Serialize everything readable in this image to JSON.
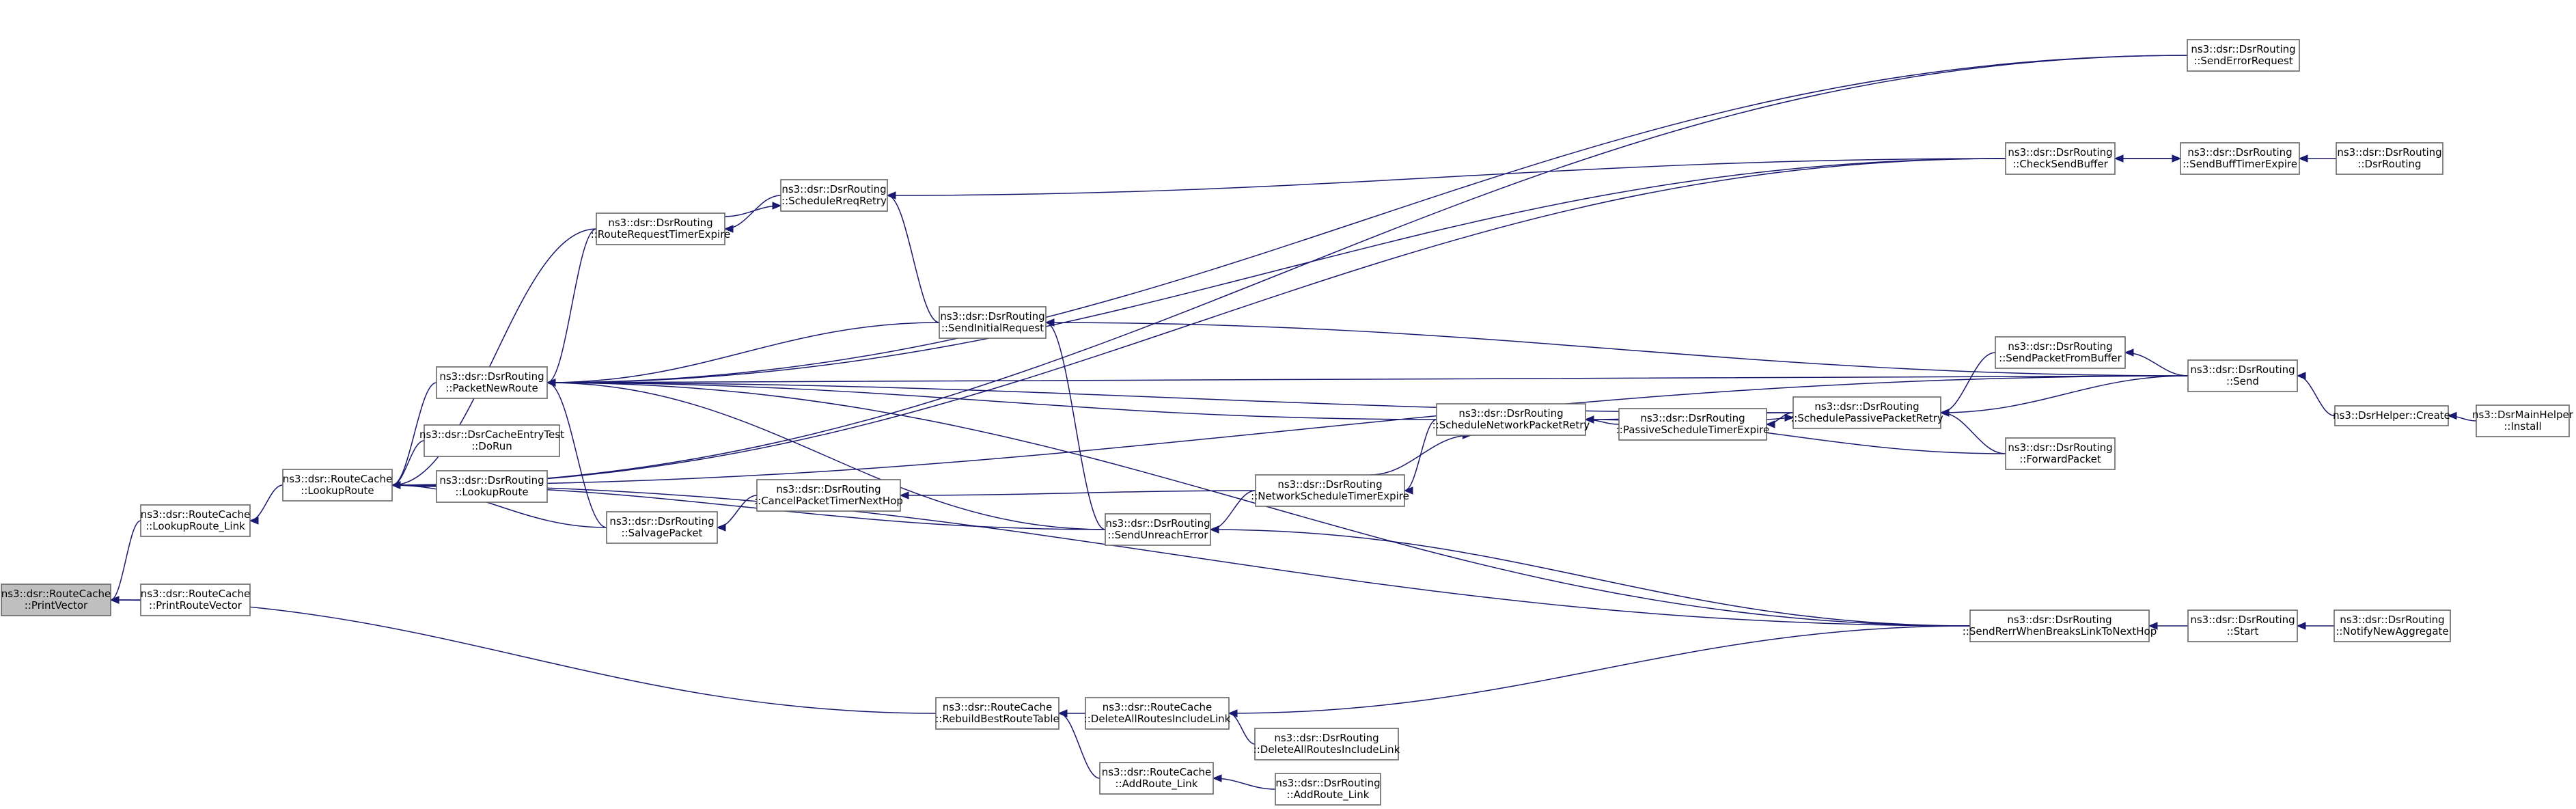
{
  "nodes": [
    {
      "id": "printvector",
      "lines": [
        "ns3::dsr::RouteCache",
        "::PrintVector"
      ],
      "root": true
    },
    {
      "id": "lookuproute_link",
      "lines": [
        "ns3::dsr::RouteCache",
        "::LookupRoute_Link"
      ]
    },
    {
      "id": "printroutevector",
      "lines": [
        "ns3::dsr::RouteCache",
        "::PrintRouteVector"
      ]
    },
    {
      "id": "lookuproute",
      "lines": [
        "ns3::dsr::RouteCache",
        "::LookupRoute"
      ]
    },
    {
      "id": "packetnewroute",
      "lines": [
        "ns3::dsr::DsrRouting",
        "::PacketNewRoute"
      ]
    },
    {
      "id": "cacheentrytest",
      "lines": [
        "ns3::dsr::DsrCacheEntryTest",
        "::DoRun"
      ]
    },
    {
      "id": "routing_lookuproute",
      "lines": [
        "ns3::dsr::DsrRouting",
        "::LookupRoute"
      ]
    },
    {
      "id": "salvagepacket",
      "lines": [
        "ns3::dsr::DsrRouting",
        "::SalvagePacket"
      ]
    },
    {
      "id": "routerequesttimerexpire",
      "lines": [
        "ns3::dsr::DsrRouting",
        "::RouteRequestTimerExpire"
      ]
    },
    {
      "id": "schedulerreqretry",
      "lines": [
        "ns3::dsr::DsrRouting",
        "::ScheduleRreqRetry"
      ]
    },
    {
      "id": "sendinitialrequest",
      "lines": [
        "ns3::dsr::DsrRouting",
        "::SendInitialRequest"
      ]
    },
    {
      "id": "cancelpackettimernexthop",
      "lines": [
        "ns3::dsr::DsrRouting",
        "::CancelPacketTimerNextHop"
      ]
    },
    {
      "id": "sendunreacherror",
      "lines": [
        "ns3::dsr::DsrRouting",
        "::SendUnreachError"
      ]
    },
    {
      "id": "networkscheduletimerexpire",
      "lines": [
        "ns3::dsr::DsrRouting",
        "::NetworkScheduleTimerExpire"
      ]
    },
    {
      "id": "schedulenetworkpacketretry",
      "lines": [
        "ns3::dsr::DsrRouting",
        "::ScheduleNetworkPacketRetry"
      ]
    },
    {
      "id": "passivescheduletimerexpire",
      "lines": [
        "ns3::dsr::DsrRouting",
        "::PassiveScheduleTimerExpire"
      ]
    },
    {
      "id": "schedulepassivepacketretry",
      "lines": [
        "ns3::dsr::DsrRouting",
        "::SchedulePassivePacketRetry"
      ]
    },
    {
      "id": "checksendbuffer",
      "lines": [
        "ns3::dsr::DsrRouting",
        "::CheckSendBuffer"
      ]
    },
    {
      "id": "sendpacketfrombuffer",
      "lines": [
        "ns3::dsr::DsrRouting",
        "::SendPacketFromBuffer"
      ]
    },
    {
      "id": "forwardpacket",
      "lines": [
        "ns3::dsr::DsrRouting",
        "::ForwardPacket"
      ]
    },
    {
      "id": "senderrorrequest",
      "lines": [
        "ns3::dsr::DsrRouting",
        "::SendErrorRequest"
      ]
    },
    {
      "id": "sendbufftimerexpire",
      "lines": [
        "ns3::dsr::DsrRouting",
        "::SendBuffTimerExpire"
      ]
    },
    {
      "id": "dsrrouting_ctor",
      "lines": [
        "ns3::dsr::DsrRouting",
        "::DsrRouting"
      ]
    },
    {
      "id": "send",
      "lines": [
        "ns3::dsr::DsrRouting",
        "::Send"
      ]
    },
    {
      "id": "helpercreate",
      "lines": [
        "ns3::DsrHelper::Create"
      ]
    },
    {
      "id": "mainhelperinstall",
      "lines": [
        "ns3::DsrMainHelper",
        "::Install"
      ]
    },
    {
      "id": "sendrerrwhenbreaks",
      "lines": [
        "ns3::dsr::DsrRouting",
        "::SendRerrWhenBreaksLinkToNextHop"
      ]
    },
    {
      "id": "start",
      "lines": [
        "ns3::dsr::DsrRouting",
        "::Start"
      ]
    },
    {
      "id": "notifynewaggregate",
      "lines": [
        "ns3::dsr::DsrRouting",
        "::NotifyNewAggregate"
      ]
    },
    {
      "id": "rebuildbestroutetable",
      "lines": [
        "ns3::dsr::RouteCache",
        "::RebuildBestRouteTable"
      ]
    },
    {
      "id": "deleteallroutesincludelink",
      "lines": [
        "ns3::dsr::RouteCache",
        "::DeleteAllRoutesIncludeLink"
      ]
    },
    {
      "id": "routing_deleteallroutes",
      "lines": [
        "ns3::dsr::DsrRouting",
        "::DeleteAllRoutesIncludeLink"
      ]
    },
    {
      "id": "addroute_link",
      "lines": [
        "ns3::dsr::RouteCache",
        "::AddRoute_Link"
      ]
    },
    {
      "id": "routing_addroute_link",
      "lines": [
        "ns3::dsr::DsrRouting",
        "::AddRoute_Link"
      ]
    }
  ],
  "edges": [
    [
      "lookuproute_link",
      "printvector"
    ],
    [
      "printroutevector",
      "printvector"
    ],
    [
      "rebuildbestroutetable",
      "printvector"
    ],
    [
      "lookuproute",
      "lookuproute_link"
    ],
    [
      "packetnewroute",
      "lookuproute"
    ],
    [
      "cacheentrytest",
      "lookuproute"
    ],
    [
      "routing_lookuproute",
      "lookuproute"
    ],
    [
      "salvagepacket",
      "lookuproute"
    ],
    [
      "routerequesttimerexpire",
      "lookuproute"
    ],
    [
      "sendunreacherror",
      "lookuproute"
    ],
    [
      "checksendbuffer",
      "lookuproute"
    ],
    [
      "senderrorrequest",
      "lookuproute"
    ],
    [
      "send",
      "lookuproute"
    ],
    [
      "sendrerrwhenbreaks",
      "lookuproute"
    ],
    [
      "routerequesttimerexpire",
      "packetnewroute"
    ],
    [
      "sendinitialrequest",
      "packetnewroute"
    ],
    [
      "salvagepacket",
      "packetnewroute"
    ],
    [
      "sendunreacherror",
      "packetnewroute"
    ],
    [
      "schedulenetworkpacketretry",
      "packetnewroute"
    ],
    [
      "schedulepassivepacketretry",
      "packetnewroute"
    ],
    [
      "checksendbuffer",
      "packetnewroute"
    ],
    [
      "senderrorrequest",
      "packetnewroute"
    ],
    [
      "send",
      "packetnewroute"
    ],
    [
      "sendrerrwhenbreaks",
      "packetnewroute"
    ],
    [
      "schedulerreqretry",
      "routerequesttimerexpire"
    ],
    [
      "routerequesttimerexpire",
      "schedulerreqretry"
    ],
    [
      "sendinitialrequest",
      "schedulerreqretry"
    ],
    [
      "checksendbuffer",
      "schedulerreqretry"
    ],
    [
      "sendunreacherror",
      "sendinitialrequest"
    ],
    [
      "send",
      "sendinitialrequest"
    ],
    [
      "cancelpackettimernexthop",
      "salvagepacket"
    ],
    [
      "networkscheduletimerexpire",
      "cancelpackettimernexthop"
    ],
    [
      "networkscheduletimerexpire",
      "sendunreacherror"
    ],
    [
      "sendrerrwhenbreaks",
      "sendunreacherror"
    ],
    [
      "schedulenetworkpacketretry",
      "networkscheduletimerexpire"
    ],
    [
      "networkscheduletimerexpire",
      "schedulenetworkpacketretry"
    ],
    [
      "passivescheduletimerexpire",
      "schedulenetworkpacketretry"
    ],
    [
      "schedulepassivepacketretry",
      "schedulenetworkpacketretry"
    ],
    [
      "forwardpacket",
      "schedulenetworkpacketretry"
    ],
    [
      "schedulepassivepacketretry",
      "passivescheduletimerexpire"
    ],
    [
      "passivescheduletimerexpire",
      "schedulepassivepacketretry"
    ],
    [
      "sendpacketfrombuffer",
      "schedulepassivepacketretry"
    ],
    [
      "forwardpacket",
      "schedulepassivepacketretry"
    ],
    [
      "send",
      "schedulepassivepacketretry"
    ],
    [
      "sendbufftimerexpire",
      "checksendbuffer"
    ],
    [
      "checksendbuffer",
      "sendbufftimerexpire"
    ],
    [
      "dsrrouting_ctor",
      "sendbufftimerexpire"
    ],
    [
      "send",
      "sendpacketfrombuffer"
    ],
    [
      "helpercreate",
      "send"
    ],
    [
      "mainhelperinstall",
      "helpercreate"
    ],
    [
      "start",
      "sendrerrwhenbreaks"
    ],
    [
      "notifynewaggregate",
      "start"
    ],
    [
      "deleteallroutesincludelink",
      "rebuildbestroutetable"
    ],
    [
      "addroute_link",
      "rebuildbestroutetable"
    ],
    [
      "routing_deleteallroutes",
      "deleteallroutesincludelink"
    ],
    [
      "sendrerrwhenbreaks",
      "deleteallroutesincludelink"
    ],
    [
      "routing_addroute_link",
      "addroute_link"
    ]
  ]
}
